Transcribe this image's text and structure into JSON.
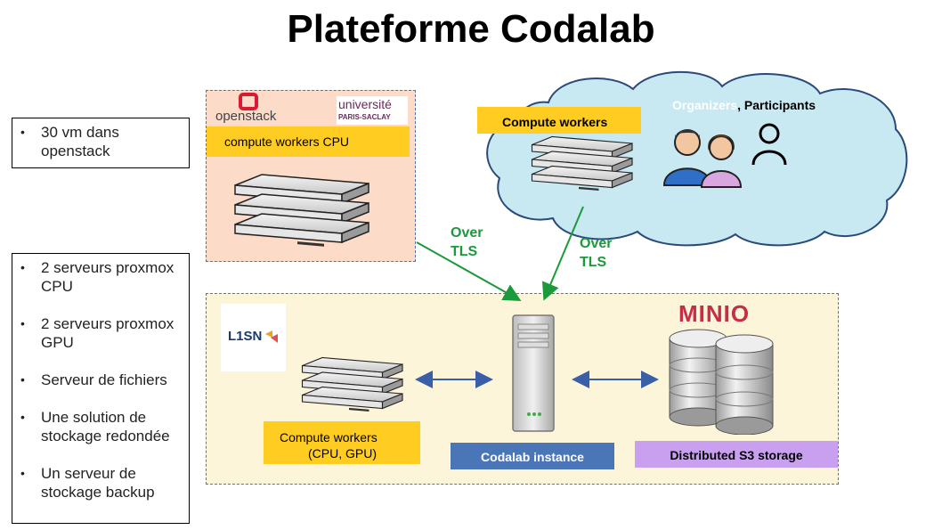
{
  "title": "Plateforme Codalab",
  "left_boxes": {
    "vm_box": [
      "30 vm dans openstack"
    ],
    "servers_box": [
      "2 serveurs proxmox CPU",
      "2 serveurs proxmox GPU",
      "Serveur de fichiers",
      "Une solution de stockage redondée",
      "Un serveur de stockage backup"
    ]
  },
  "openstack_region": {
    "logo_text": "openstack",
    "university_line1": "université",
    "university_line2": "PARIS-SACLAY",
    "label": "compute workers CPU"
  },
  "cloud": {
    "label": "Compute workers",
    "organizers": "Organizers",
    "comma": ",",
    "participants": "Participants"
  },
  "connectors": {
    "left_tls_line1": "Over",
    "left_tls_line2": "TLS",
    "right_tls_line1": "Over",
    "right_tls_line2": "TLS"
  },
  "lisn_region": {
    "logo_text": "L1SN",
    "compute_label_line1": "Compute workers",
    "compute_label_line2": "(CPU, GPU)",
    "codalab_label": "Codalab instance",
    "minio_logo": "MINIO",
    "storage_label": "Distributed S3 storage"
  },
  "colors": {
    "yellow_label": "#ffcc22",
    "blue_label": "#4a76b8",
    "purple_label": "#c9a0f0",
    "tls_green": "#1a9a3a",
    "arrow_blue": "#3a5fa8",
    "cloud_fill": "#c8e8f2",
    "minio_red": "#c72c48"
  },
  "icons": [
    "server-stack-icon",
    "tower-server-icon",
    "database-icon",
    "users-icon",
    "person-outline-icon",
    "openstack-logo-icon",
    "lisn-logo-icon"
  ]
}
